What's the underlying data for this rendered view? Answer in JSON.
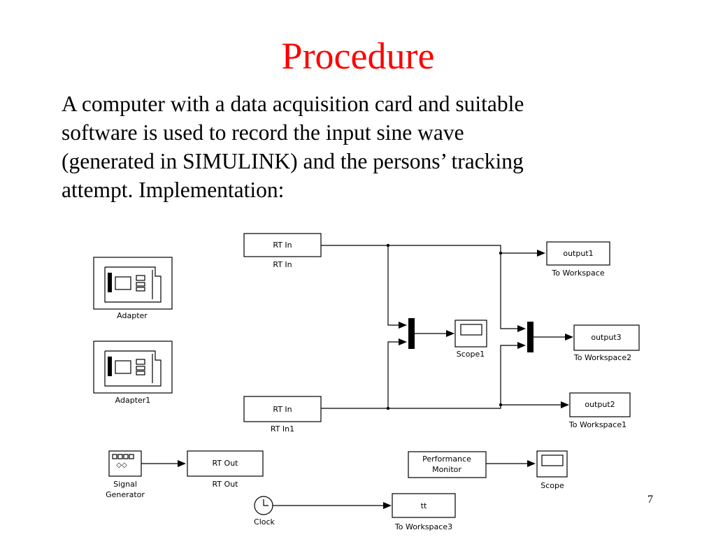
{
  "slide": {
    "title": "Procedure",
    "body_lines": [
      "A computer with a data acquisition card and suitable",
      "software is used to record the input sine wave",
      "(generated in SIMULINK) and the persons’ tracking",
      "attempt. Implementation:"
    ],
    "page_number": "7"
  },
  "diagram": {
    "adapter": {
      "label": "Adapter"
    },
    "adapter1": {
      "label": "Adapter1"
    },
    "rt_in": {
      "text": "RT In",
      "label": "RT In"
    },
    "rt_in1": {
      "text": "RT In",
      "label": "RT In1"
    },
    "scope1": {
      "label": "Scope1"
    },
    "output1": {
      "text": "output1",
      "label": "To Workspace"
    },
    "output3": {
      "text": "output3",
      "label": "To Workspace2"
    },
    "output2": {
      "text": "output2",
      "label": "To Workspace1"
    },
    "signal_generator": {
      "label_line1": "Signal",
      "label_line2": "Generator"
    },
    "rt_out": {
      "text": "RT Out",
      "label": "RT Out"
    },
    "performance_monitor": {
      "text_line1": "Performance",
      "text_line2": "Monitor"
    },
    "scope": {
      "label": "Scope"
    },
    "clock": {
      "label": "Clock"
    },
    "tt": {
      "text": "tt",
      "label": "To Workspace3"
    }
  }
}
